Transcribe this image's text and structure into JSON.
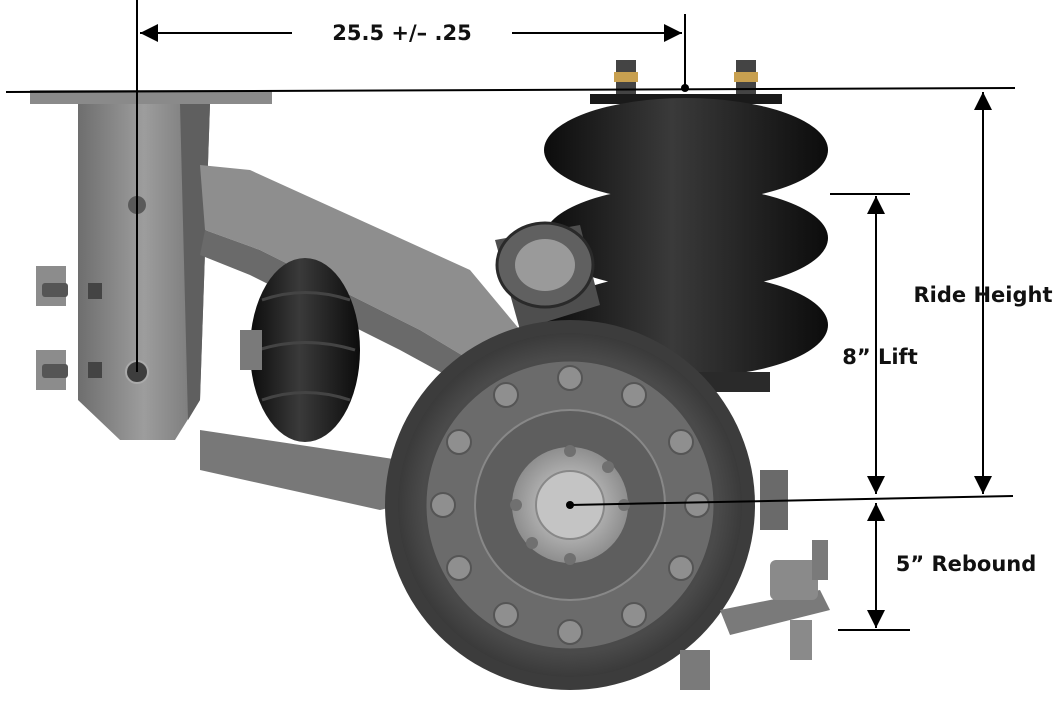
{
  "dimensions": {
    "width_spec": "25.5 +/– .25",
    "ride_height": "Ride Height",
    "lift": "8” Lift",
    "rebound": "5” Rebound"
  },
  "colors": {
    "frame": "#7b7b7b",
    "frame_light": "#9a9a9a",
    "air_bag": "#161616",
    "drum": "#5a5a5a",
    "hub": "#b5b5b5",
    "line": "#000000"
  }
}
